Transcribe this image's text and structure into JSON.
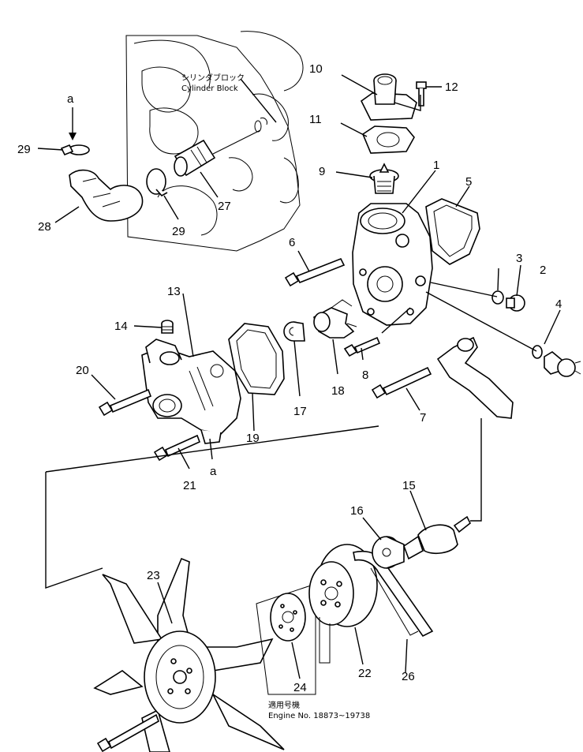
{
  "labels": {
    "cylinder_block_jp": "シリンダブロック",
    "cylinder_block_en": "Cylinder Block",
    "applicable_jp": "適用号機",
    "engine_no": "Engine No. 18873~19738",
    "ref_a_top": "a",
    "ref_a_bottom": "a"
  },
  "callouts": [
    "1",
    "2",
    "3",
    "4",
    "5",
    "6",
    "7",
    "8",
    "9",
    "10",
    "11",
    "12",
    "13",
    "14",
    "15",
    "16",
    "17",
    "18",
    "19",
    "20",
    "21",
    "22",
    "23",
    "24",
    "26",
    "27",
    "28",
    "29",
    "29"
  ]
}
